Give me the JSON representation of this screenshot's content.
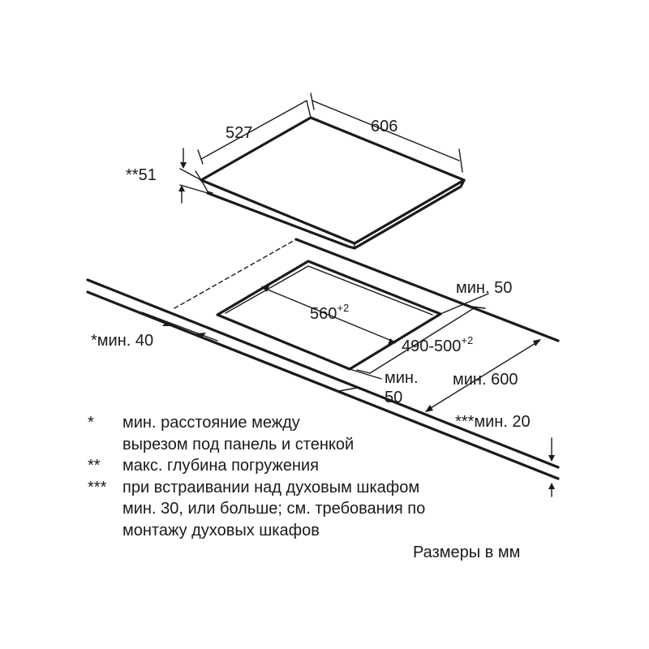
{
  "dimensions": {
    "hob_depth": "527",
    "hob_width": "606",
    "immersion_depth": "**51",
    "cutout_width_main": "560",
    "cutout_width_tol": "+2",
    "cutout_depth_main": "490-500",
    "cutout_depth_tol": "+2",
    "min_rear": "мин. 50",
    "min_side": "*мин. 40",
    "min_front_line1": "мин.",
    "min_front_line2": "50",
    "min_worktop_depth": "мин. 600",
    "min_worktop_thickness": "***мин. 20"
  },
  "notes": [
    {
      "mark": "*",
      "lines": [
        "мин. расстояние между",
        "вырезом под панель и стенкой"
      ]
    },
    {
      "mark": "**",
      "lines": [
        "макс. глубина погружения"
      ]
    },
    {
      "mark": "***",
      "lines": [
        "при встраивании над духовым шкафом",
        "мин. 30, или больше; см. требования по",
        "монтажу духовых шкафов"
      ]
    }
  ],
  "units_note": "Размеры в мм"
}
